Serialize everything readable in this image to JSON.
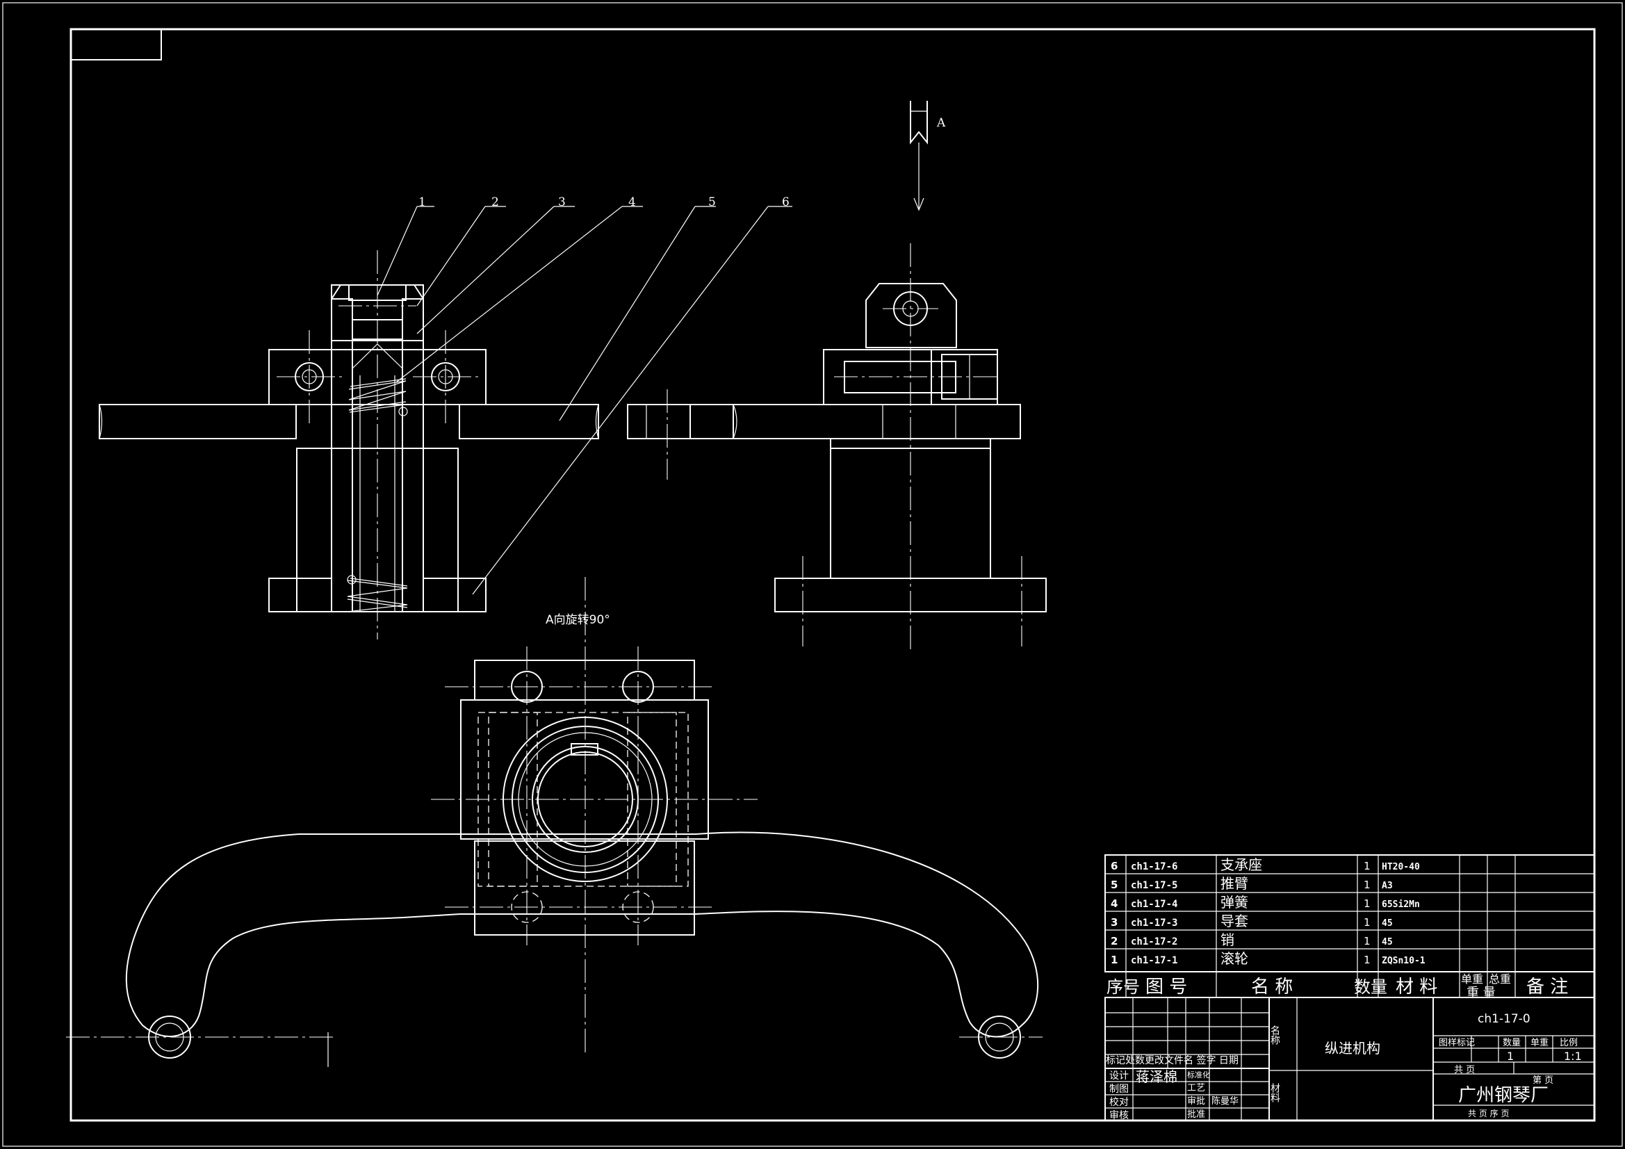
{
  "view_a_arrow_label": "A",
  "view_a_caption": "A向旋转90°",
  "balloons": [
    "1",
    "2",
    "3",
    "4",
    "5",
    "6"
  ],
  "parts_list": {
    "rows": [
      {
        "no": "6",
        "code": "ch1-17-6",
        "name": "支承座",
        "qty": "1",
        "material": "HT20-40"
      },
      {
        "no": "5",
        "code": "ch1-17-5",
        "name": "推臂",
        "qty": "1",
        "material": "A3"
      },
      {
        "no": "4",
        "code": "ch1-17-4",
        "name": "弹簧",
        "qty": "1",
        "material": "65Si2Mn"
      },
      {
        "no": "3",
        "code": "ch1-17-3",
        "name": "导套",
        "qty": "1",
        "material": "45"
      },
      {
        "no": "2",
        "code": "ch1-17-2",
        "name": "销",
        "qty": "1",
        "material": "45"
      },
      {
        "no": "1",
        "code": "ch1-17-1",
        "name": "滚轮",
        "qty": "1",
        "material": "ZQSn10-1"
      }
    ],
    "header": {
      "no": "序号",
      "code": "图  号",
      "name": "名  称",
      "qty": "数量",
      "material": "材 料",
      "unit_weight": "单重",
      "total_weight": "总重",
      "weight": "重 量",
      "remark": "备 注"
    }
  },
  "title_block": {
    "drawing_no": "ch1-17-0",
    "title": "纵进机构",
    "name_label": "名称",
    "material_label": "材料",
    "stage_label": "图样标记",
    "quantity_label": "数量",
    "weight_label": "单重",
    "scale_label": "比例",
    "quantity": "1",
    "scale": "1:1",
    "sheets_total": "共  页",
    "sheet_no": "第  页",
    "company": "广州钢琴厂",
    "footer": "共  页  序  页",
    "revision_header": "标记处数更改文件名  签字  日期",
    "roles": {
      "design": "设计",
      "drawing": "制图",
      "check": "校对",
      "review": "审核",
      "standard": "标准化",
      "process": "工艺",
      "approve": "审批",
      "approve2": "批准"
    },
    "designer": "蒋泽棉",
    "approver": "陈曼华"
  }
}
